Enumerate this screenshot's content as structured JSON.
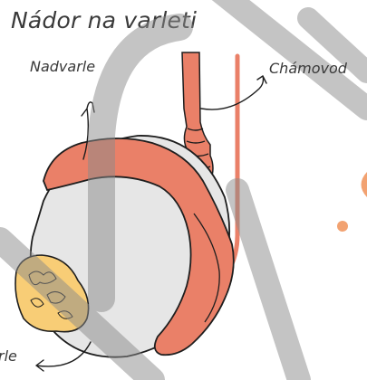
{
  "title": "Nádor na varleti",
  "labels": {
    "epididymis": "Nadvarle",
    "vas_deferens": "Chámovod",
    "tumor": "rle"
  },
  "colors": {
    "organ": "#ea8068",
    "testis": "#e6e6e6",
    "tumor": "#f8cd76",
    "outline": "#1e1e1e",
    "watermark": "#8a8a8a",
    "accent_dot": "#f2a271"
  }
}
